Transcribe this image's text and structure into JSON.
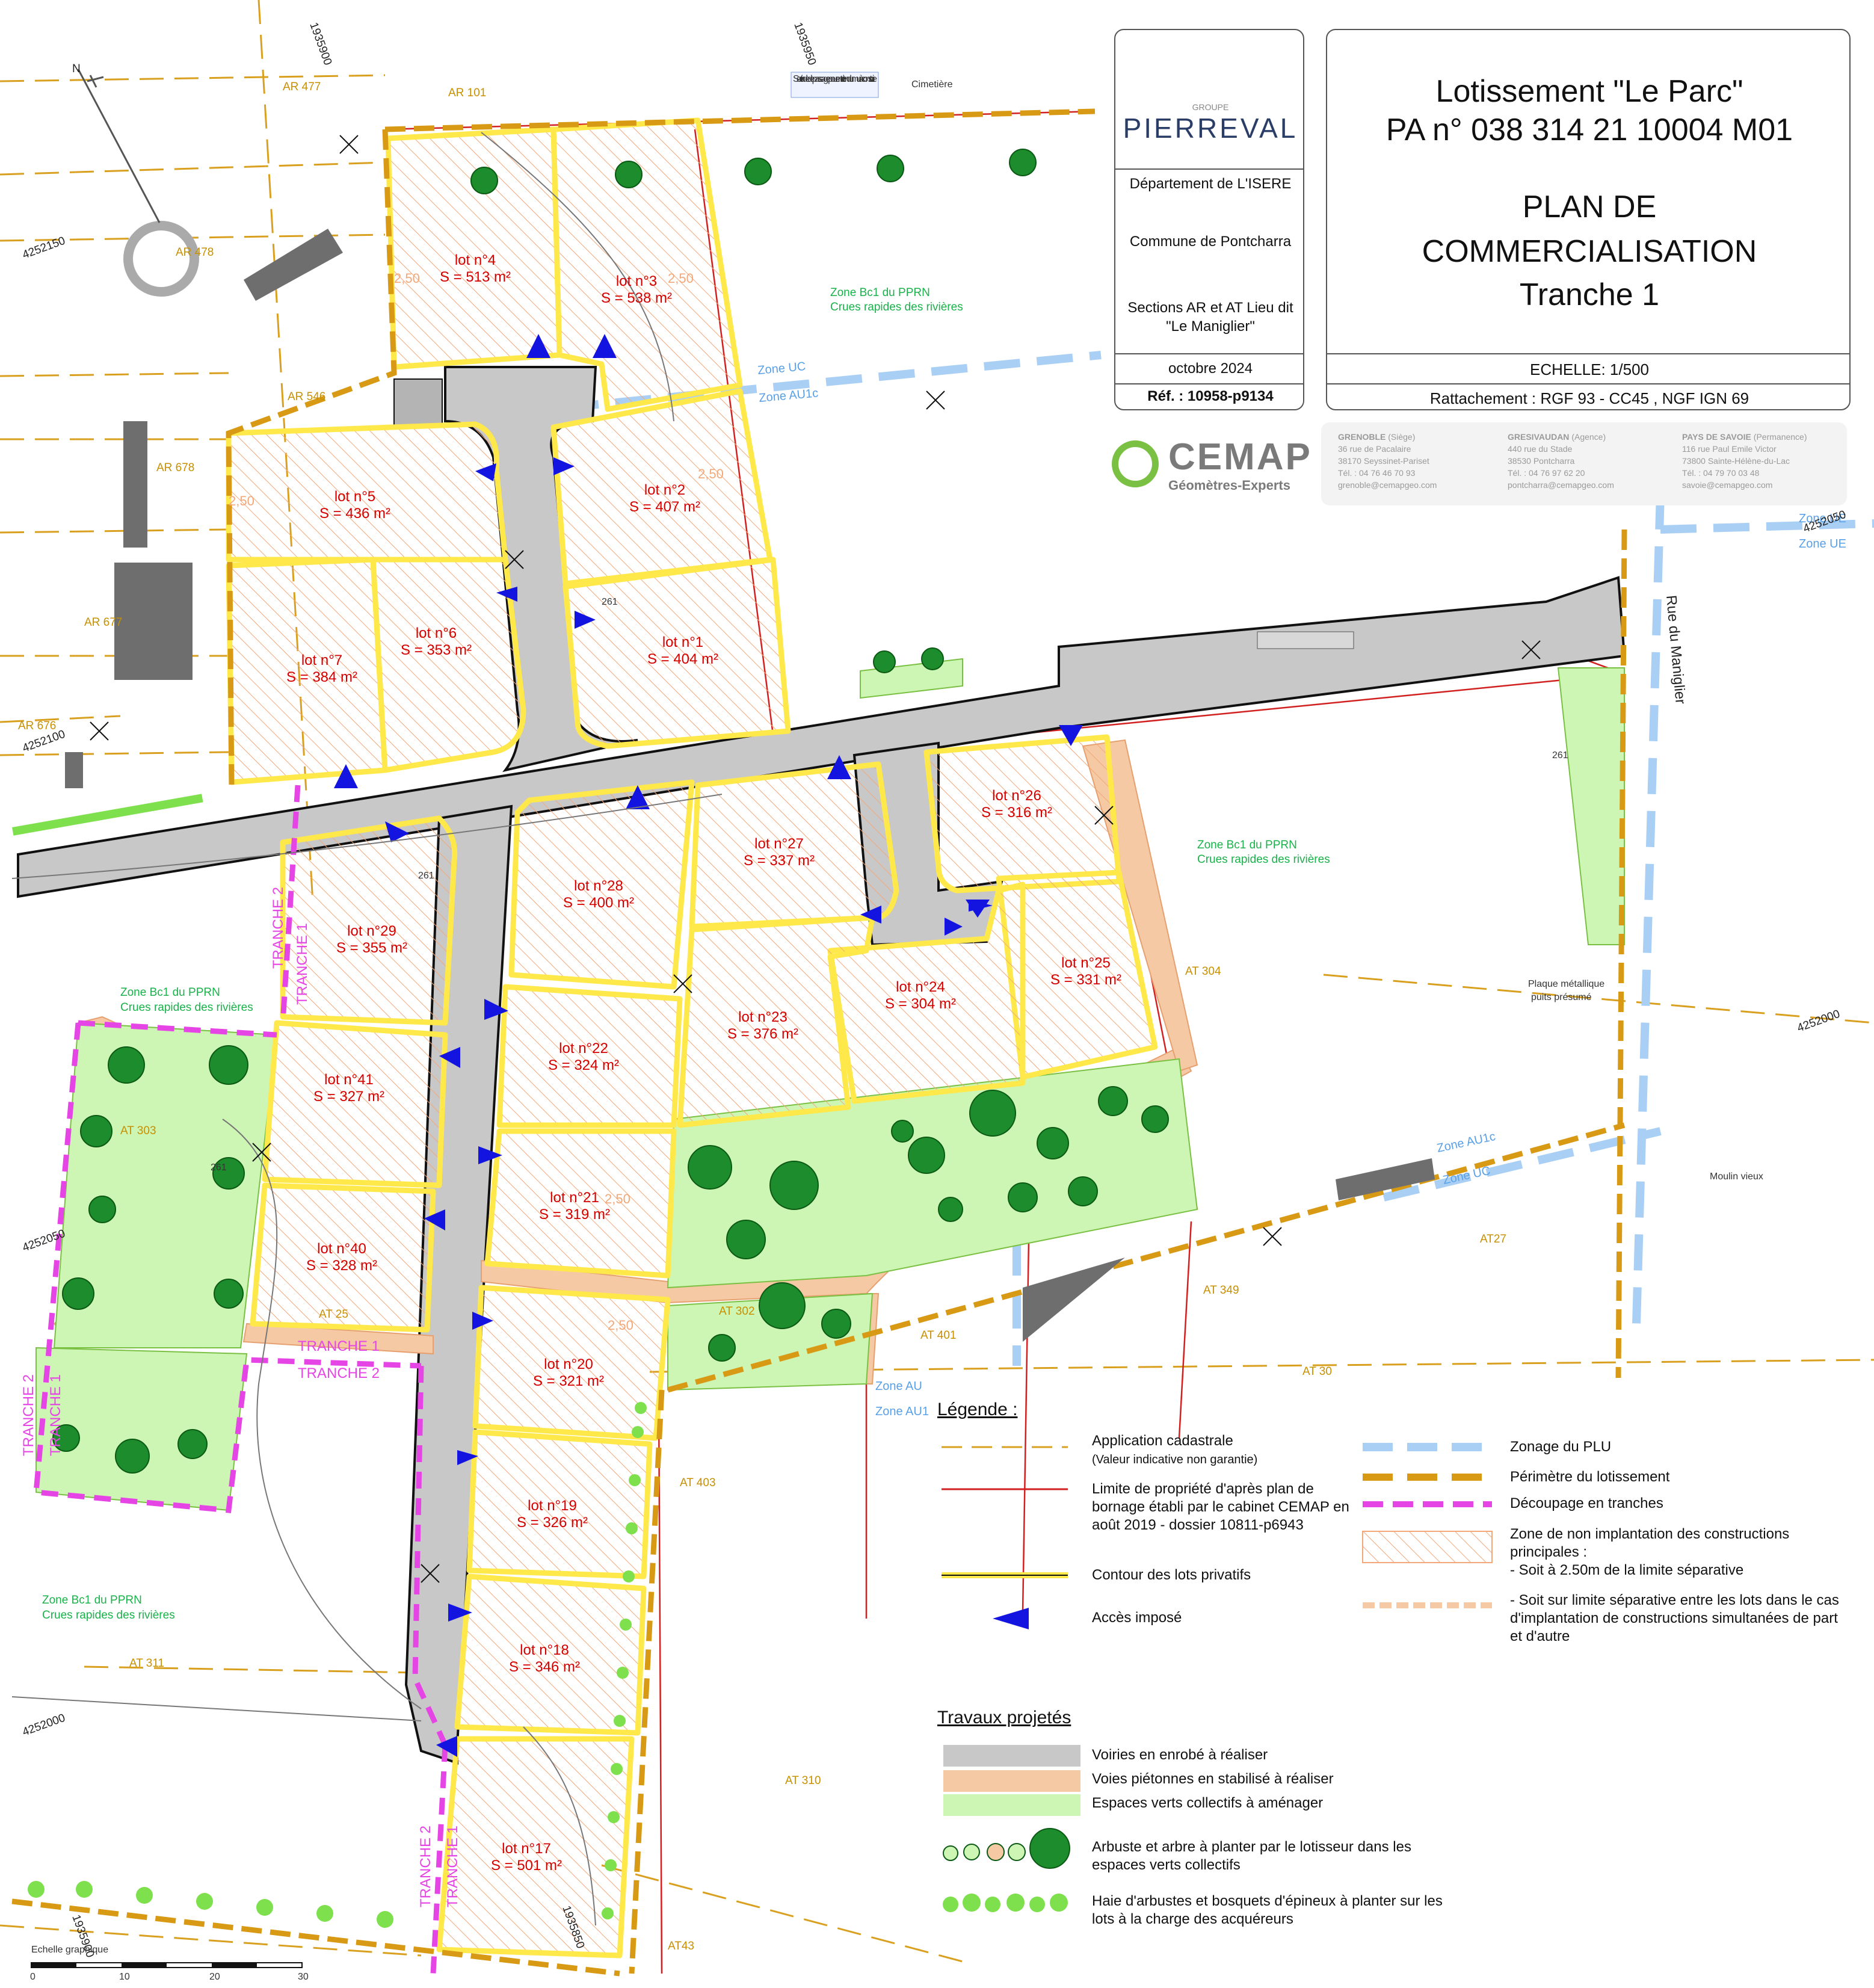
{
  "title_block": {
    "brand_top": "GROUPE",
    "brand": "PIERREVAL",
    "department": "Département de L'ISERE",
    "commune": "Commune de Pontcharra",
    "sections": "Sections AR et AT Lieu dit \"Le Maniglier\"",
    "date": "octobre 2024",
    "reference": "Réf. : 10958-p9134",
    "lotissement": "Lotissement \"Le Parc\"",
    "pa_number": "PA n° 038 314 21 10004 M01",
    "plan_title_1": "PLAN DE",
    "plan_title_2": "COMMERCIALISATION",
    "plan_title_3": "Tranche 1",
    "scale": "ECHELLE: 1/500",
    "rattachement": "Rattachement : RGF 93 - CC45 , NGF IGN 69"
  },
  "surveyor": {
    "name": "CEMAP",
    "subtitle": "Géomètres-Experts",
    "offices": [
      {
        "name": "GRENOBLE",
        "role": "(Siège)",
        "l1": "36 rue de Pacalaire",
        "l2": "38170 Seyssinet-Pariset",
        "l3": "Tél. : 04 76 46 70 93",
        "l4": "grenoble@cemapgeo.com"
      },
      {
        "name": "GRESIVAUDAN",
        "role": "(Agence)",
        "l1": "440 rue du Stade",
        "l2": "38530 Pontcharra",
        "l3": "Tél. : 04 76 97 62 20",
        "l4": "pontcharra@cemapgeo.com"
      },
      {
        "name": "PAYS DE SAVOIE",
        "role": "(Permanence)",
        "l1": "116 rue Paul Emile Victor",
        "l2": "73800 Sainte-Hélène-du-Lac",
        "l3": "Tél. : 04 79 70 03 48",
        "l4": "savoie@cemapgeo.com"
      }
    ]
  },
  "lots": [
    {
      "title": "lot n°4",
      "area": "S = 513 m²"
    },
    {
      "title": "lot n°3",
      "area": "S = 538 m²"
    },
    {
      "title": "lot n°5",
      "area": "S = 436 m²"
    },
    {
      "title": "lot n°2",
      "area": "S = 407 m²"
    },
    {
      "title": "lot n°7",
      "area": "S = 384 m²"
    },
    {
      "title": "lot n°6",
      "area": "S = 353 m²"
    },
    {
      "title": "lot n°1",
      "area": "S = 404 m²"
    },
    {
      "title": "lot n°26",
      "area": "S = 316 m²"
    },
    {
      "title": "lot n°27",
      "area": "S = 337 m²"
    },
    {
      "title": "lot n°28",
      "area": "S = 400 m²"
    },
    {
      "title": "lot n°29",
      "area": "S = 355 m²"
    },
    {
      "title": "lot n°25",
      "area": "S = 331 m²"
    },
    {
      "title": "lot n°24",
      "area": "S = 304 m²"
    },
    {
      "title": "lot n°23",
      "area": "S = 376 m²"
    },
    {
      "title": "lot n°22",
      "area": "S = 324 m²"
    },
    {
      "title": "lot n°41",
      "area": "S = 327 m²"
    },
    {
      "title": "lot n°21",
      "area": "S = 319 m²"
    },
    {
      "title": "lot n°40",
      "area": "S = 328 m²"
    },
    {
      "title": "lot n°20",
      "area": "S = 321 m²"
    },
    {
      "title": "lot n°19",
      "area": "S = 326 m²"
    },
    {
      "title": "lot n°18",
      "area": "S = 346 m²"
    },
    {
      "title": "lot n°17",
      "area": "S = 501 m²"
    }
  ],
  "parcels": [
    "AR 477",
    "AR 101",
    "AR 478",
    "AR 546",
    "AR 678",
    "AR 677",
    "AR 676",
    "AT 304",
    "AT 349",
    "AT 401",
    "AT 30",
    "AT27",
    "AT 403",
    "AT 311",
    "AT 310",
    "AT43",
    "AT 303",
    "AT 25",
    "AT 302"
  ],
  "zones": {
    "pprn_name": "Zone Bc1 du PPRN",
    "pprn_desc": "Crues rapides des rivières",
    "uc": "Zone UC",
    "au1c": "Zone AU1c",
    "ue": "Zone UE",
    "au": "Zone AU",
    "au1": "Zone AU1"
  },
  "tranches": {
    "t1": "TRANCHE 1",
    "t2": "TRANCHE 2"
  },
  "road_name": "Rue du Maniglier",
  "coords": [
    "4252150",
    "4252100",
    "4252050",
    "4252000",
    "1935900",
    "1935950",
    "1935850",
    "4252050",
    "4252000",
    "1935900"
  ],
  "annotations": {
    "cimetiere": "Cimetière",
    "servitude": "Servitude de passage pour entretien du mur à construire",
    "plaque": "Plaque métallique",
    "puits": "puits présumé",
    "moulin": "Moulin vieux",
    "contour_261": "261",
    "setback": "2,50",
    "echelle": "Echelle graphique",
    "north": "N",
    "scale_ticks": [
      "0",
      "10",
      "20",
      "30"
    ]
  },
  "legend": {
    "title": "Légende :",
    "items": [
      {
        "label": "Application cadastrale",
        "note": "(Valeur indicative non garantie)"
      },
      {
        "label": "Limite de propriété d'après plan de bornage établi par le cabinet CEMAP en août 2019 - dossier 10811-p6943"
      },
      {
        "label": "Contour des lots privatifs"
      },
      {
        "label": "Accès imposé"
      },
      {
        "label": "Zonage du PLU"
      },
      {
        "label": "Périmètre du lotissement"
      },
      {
        "label": "Découpage en tranches"
      },
      {
        "label": "Zone de non implantation des constructions principales :",
        "note1": "- Soit à 2.50m de la limite séparative"
      },
      {
        "label": "- Soit sur limite séparative entre les lots dans le cas d'implantation de constructions simultanées de part et d'autre"
      }
    ],
    "works_title": "Travaux projetés",
    "works": [
      "Voiries en enrobé à réaliser",
      "Voies piétonnes en stabilisé à réaliser",
      "Espaces verts collectifs à aménager",
      "Arbuste et arbre à planter par le lotisseur dans les espaces verts collectifs",
      "Haie d'arbustes et bosquets d'épineux à planter sur les lots à la charge des acquéreurs"
    ]
  },
  "colors": {
    "road": "#c8c8c8",
    "footpath": "#f5c9a4",
    "green": "#cdf5b4",
    "lot_outline": "#ffe94a",
    "property_line": "#d21f1f",
    "cadastral": "#d9a020",
    "plu_zone": "#a9cff5",
    "perimeter": "#d89a14",
    "tranche": "#e645e6",
    "access": "#1414e0"
  }
}
